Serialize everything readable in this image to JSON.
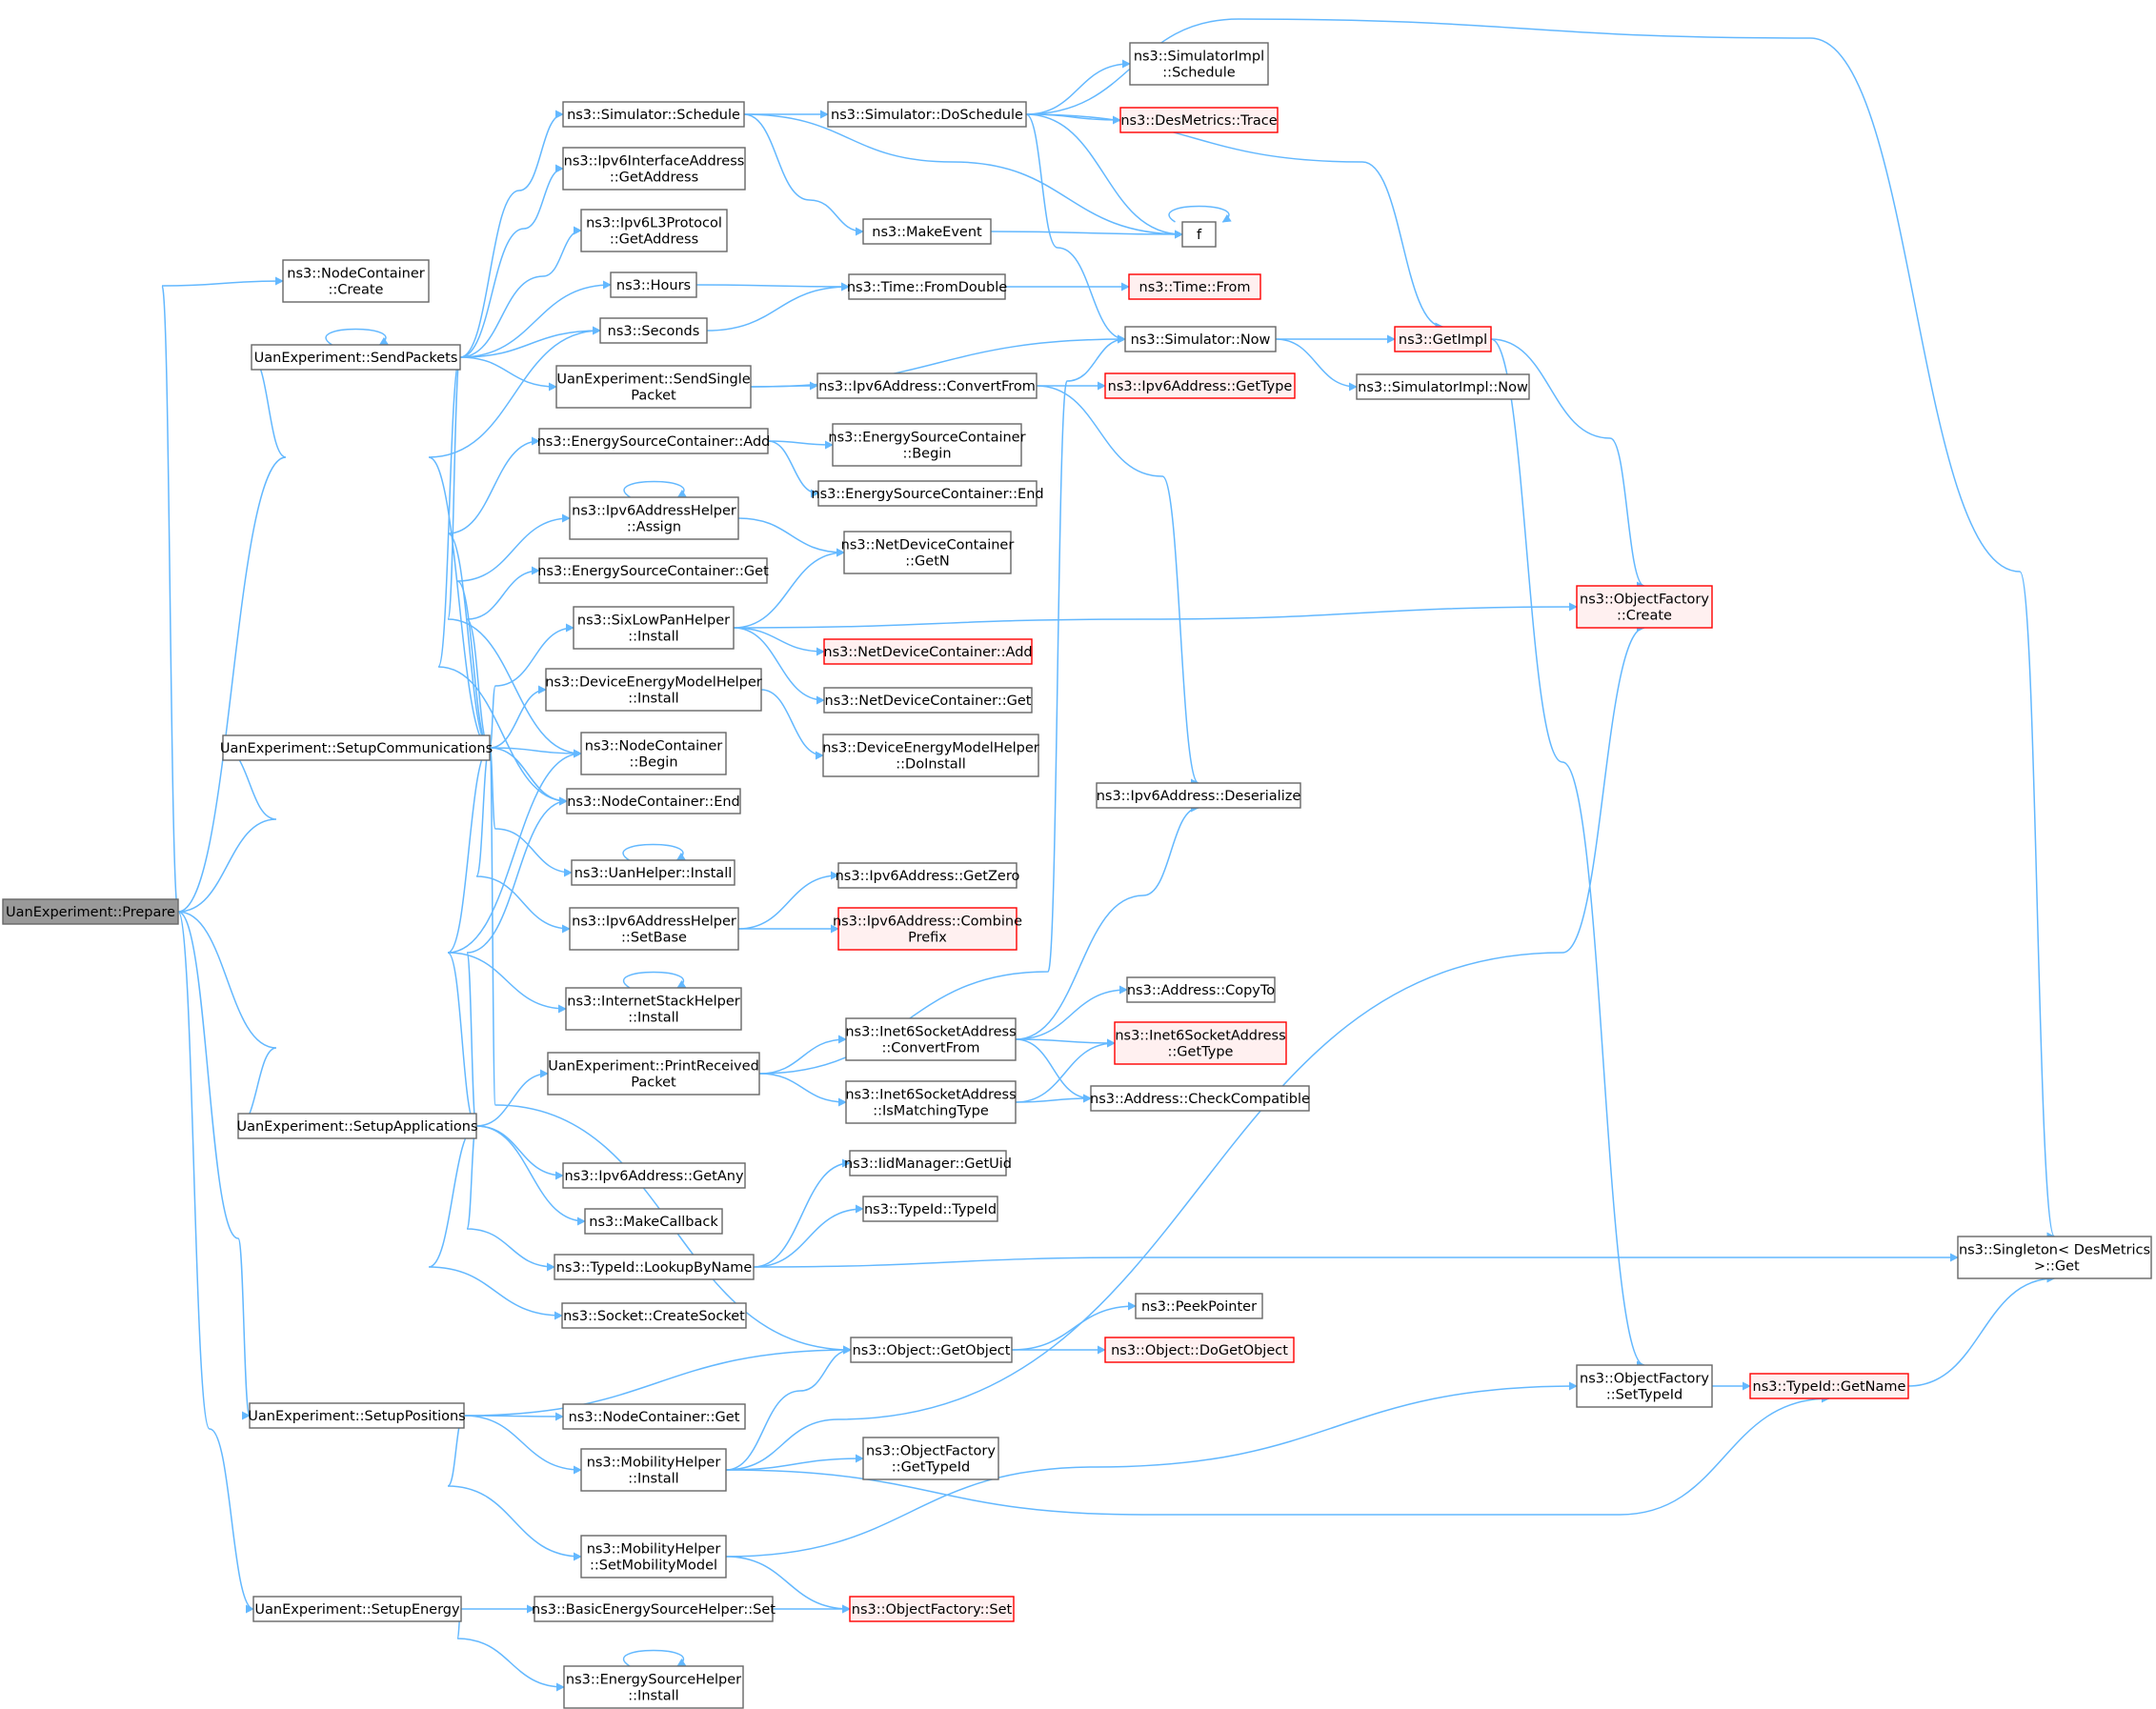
{
  "colors": {
    "edge": "#63b8ff",
    "border_default": "#666666",
    "border_red": "#ff0000",
    "fill_default": "#ffffff",
    "fill_red": "#fff0f0",
    "fill_root": "#999999"
  },
  "nodes": [
    {
      "id": "prepare",
      "lines": [
        "UanExperiment::Prepare"
      ],
      "style": "root"
    },
    {
      "id": "nc_create",
      "lines": [
        "ns3::NodeContainer",
        "::Create"
      ],
      "style": "default"
    },
    {
      "id": "sendpackets",
      "lines": [
        "UanExperiment::SendPackets"
      ],
      "style": "default"
    },
    {
      "id": "setupcomm",
      "lines": [
        "UanExperiment::SetupCommunications"
      ],
      "style": "default"
    },
    {
      "id": "setupapps",
      "lines": [
        "UanExperiment::SetupApplications"
      ],
      "style": "default"
    },
    {
      "id": "setuppos",
      "lines": [
        "UanExperiment::SetupPositions"
      ],
      "style": "default"
    },
    {
      "id": "setupenergy",
      "lines": [
        "UanExperiment::SetupEnergy"
      ],
      "style": "default"
    },
    {
      "id": "sim_schedule",
      "lines": [
        "ns3::Simulator::Schedule"
      ],
      "style": "default"
    },
    {
      "id": "ipv6ia_getaddr",
      "lines": [
        "ns3::Ipv6InterfaceAddress",
        "::GetAddress"
      ],
      "style": "default"
    },
    {
      "id": "ipv6l3_getaddr",
      "lines": [
        "ns3::Ipv6L3Protocol",
        "::GetAddress"
      ],
      "style": "default"
    },
    {
      "id": "hours",
      "lines": [
        "ns3::Hours"
      ],
      "style": "default"
    },
    {
      "id": "seconds",
      "lines": [
        "ns3::Seconds"
      ],
      "style": "default"
    },
    {
      "id": "sendsingle",
      "lines": [
        "UanExperiment::SendSingle",
        "Packet"
      ],
      "style": "default"
    },
    {
      "id": "esc_add",
      "lines": [
        "ns3::EnergySourceContainer::Add"
      ],
      "style": "default"
    },
    {
      "id": "ipv6ah_assign",
      "lines": [
        "ns3::Ipv6AddressHelper",
        "::Assign"
      ],
      "style": "default"
    },
    {
      "id": "esc_get",
      "lines": [
        "ns3::EnergySourceContainer::Get"
      ],
      "style": "default"
    },
    {
      "id": "sixlowpan_install",
      "lines": [
        "ns3::SixLowPanHelper",
        "::Install"
      ],
      "style": "default"
    },
    {
      "id": "demh_install",
      "lines": [
        "ns3::DeviceEnergyModelHelper",
        "::Install"
      ],
      "style": "default"
    },
    {
      "id": "nc_begin",
      "lines": [
        "ns3::NodeContainer",
        "::Begin"
      ],
      "style": "default"
    },
    {
      "id": "nc_end",
      "lines": [
        "ns3::NodeContainer::End"
      ],
      "style": "default"
    },
    {
      "id": "uanhelper_install",
      "lines": [
        "ns3::UanHelper::Install"
      ],
      "style": "default"
    },
    {
      "id": "ipv6ah_setbase",
      "lines": [
        "ns3::Ipv6AddressHelper",
        "::SetBase"
      ],
      "style": "default"
    },
    {
      "id": "ish_install",
      "lines": [
        "ns3::InternetStackHelper",
        "::Install"
      ],
      "style": "default"
    },
    {
      "id": "printreceived",
      "lines": [
        "UanExperiment::PrintReceived",
        "Packet"
      ],
      "style": "default"
    },
    {
      "id": "ipv6addr_getany",
      "lines": [
        "ns3::Ipv6Address::GetAny"
      ],
      "style": "default"
    },
    {
      "id": "makecallback",
      "lines": [
        "ns3::MakeCallback"
      ],
      "style": "default"
    },
    {
      "id": "typeid_lookup",
      "lines": [
        "ns3::TypeId::LookupByName"
      ],
      "style": "default"
    },
    {
      "id": "socket_create",
      "lines": [
        "ns3::Socket::CreateSocket"
      ],
      "style": "default"
    },
    {
      "id": "nc_get",
      "lines": [
        "ns3::NodeContainer::Get"
      ],
      "style": "default"
    },
    {
      "id": "mh_install",
      "lines": [
        "ns3::MobilityHelper",
        "::Install"
      ],
      "style": "default"
    },
    {
      "id": "mh_setmodel",
      "lines": [
        "ns3::MobilityHelper",
        "::SetMobilityModel"
      ],
      "style": "default"
    },
    {
      "id": "besh_set",
      "lines": [
        "ns3::BasicEnergySourceHelper::Set"
      ],
      "style": "default"
    },
    {
      "id": "esh_install",
      "lines": [
        "ns3::EnergySourceHelper",
        "::Install"
      ],
      "style": "default"
    },
    {
      "id": "sim_doschedule",
      "lines": [
        "ns3::Simulator::DoSchedule"
      ],
      "style": "default"
    },
    {
      "id": "makeevent",
      "lines": [
        "ns3::MakeEvent"
      ],
      "style": "default"
    },
    {
      "id": "time_fromdouble",
      "lines": [
        "ns3::Time::FromDouble"
      ],
      "style": "default"
    },
    {
      "id": "ipv6addr_convertfrom",
      "lines": [
        "ns3::Ipv6Address::ConvertFrom"
      ],
      "style": "default"
    },
    {
      "id": "esc_begin",
      "lines": [
        "ns3::EnergySourceContainer",
        "::Begin"
      ],
      "style": "default"
    },
    {
      "id": "esc_end",
      "lines": [
        "ns3::EnergySourceContainer::End"
      ],
      "style": "default"
    },
    {
      "id": "ndc_getn",
      "lines": [
        "ns3::NetDeviceContainer",
        "::GetN"
      ],
      "style": "default"
    },
    {
      "id": "ndc_add",
      "lines": [
        "ns3::NetDeviceContainer::Add"
      ],
      "style": "red"
    },
    {
      "id": "ndc_get",
      "lines": [
        "ns3::NetDeviceContainer::Get"
      ],
      "style": "default"
    },
    {
      "id": "demh_doinstall",
      "lines": [
        "ns3::DeviceEnergyModelHelper",
        "::DoInstall"
      ],
      "style": "default"
    },
    {
      "id": "ipv6addr_getzero",
      "lines": [
        "ns3::Ipv6Address::GetZero"
      ],
      "style": "default"
    },
    {
      "id": "ipv6addr_combine",
      "lines": [
        "ns3::Ipv6Address::Combine",
        "Prefix"
      ],
      "style": "red"
    },
    {
      "id": "i6sa_convertfrom",
      "lines": [
        "ns3::Inet6SocketAddress",
        "::ConvertFrom"
      ],
      "style": "default"
    },
    {
      "id": "i6sa_ismatching",
      "lines": [
        "ns3::Inet6SocketAddress",
        "::IsMatchingType"
      ],
      "style": "default"
    },
    {
      "id": "iidm_getuid",
      "lines": [
        "ns3::IidManager::GetUid"
      ],
      "style": "default"
    },
    {
      "id": "typeid_typeid",
      "lines": [
        "ns3::TypeId::TypeId"
      ],
      "style": "default"
    },
    {
      "id": "object_getobject",
      "lines": [
        "ns3::Object::GetObject"
      ],
      "style": "default"
    },
    {
      "id": "of_gettypeid",
      "lines": [
        "ns3::ObjectFactory",
        "::GetTypeId"
      ],
      "style": "default"
    },
    {
      "id": "of_set",
      "lines": [
        "ns3::ObjectFactory::Set"
      ],
      "style": "red"
    },
    {
      "id": "simimpl_schedule",
      "lines": [
        "ns3::SimulatorImpl",
        "::Schedule"
      ],
      "style": "default"
    },
    {
      "id": "desmetrics_trace",
      "lines": [
        "ns3::DesMetrics::Trace"
      ],
      "style": "red"
    },
    {
      "id": "f",
      "lines": [
        "f"
      ],
      "style": "default"
    },
    {
      "id": "time_from",
      "lines": [
        "ns3::Time::From"
      ],
      "style": "red"
    },
    {
      "id": "sim_now",
      "lines": [
        "ns3::Simulator::Now"
      ],
      "style": "default"
    },
    {
      "id": "ipv6addr_gettype",
      "lines": [
        "ns3::Ipv6Address::GetType"
      ],
      "style": "red"
    },
    {
      "id": "ipv6addr_deserialize",
      "lines": [
        "ns3::Ipv6Address::Deserialize"
      ],
      "style": "default"
    },
    {
      "id": "addr_copyto",
      "lines": [
        "ns3::Address::CopyTo"
      ],
      "style": "default"
    },
    {
      "id": "i6sa_gettype",
      "lines": [
        "ns3::Inet6SocketAddress",
        "::GetType"
      ],
      "style": "red"
    },
    {
      "id": "addr_checkcompat",
      "lines": [
        "ns3::Address::CheckCompatible"
      ],
      "style": "default"
    },
    {
      "id": "peekpointer",
      "lines": [
        "ns3::PeekPointer"
      ],
      "style": "default"
    },
    {
      "id": "object_dogetobject",
      "lines": [
        "ns3::Object::DoGetObject"
      ],
      "style": "red"
    },
    {
      "id": "getimpl",
      "lines": [
        "ns3::GetImpl"
      ],
      "style": "red"
    },
    {
      "id": "simimpl_now",
      "lines": [
        "ns3::SimulatorImpl::Now"
      ],
      "style": "default"
    },
    {
      "id": "of_create",
      "lines": [
        "ns3::ObjectFactory",
        "::Create"
      ],
      "style": "red"
    },
    {
      "id": "of_settypeid",
      "lines": [
        "ns3::ObjectFactory",
        "::SetTypeId"
      ],
      "style": "default"
    },
    {
      "id": "typeid_getname",
      "lines": [
        "ns3::TypeId::GetName"
      ],
      "style": "red"
    },
    {
      "id": "singleton_get",
      "lines": [
        "ns3::Singleton< DesMetrics",
        " >::Get"
      ],
      "style": "default"
    }
  ],
  "edges": [
    [
      "prepare",
      "nc_create"
    ],
    [
      "prepare",
      "sendpackets"
    ],
    [
      "prepare",
      "setupcomm"
    ],
    [
      "prepare",
      "setupapps"
    ],
    [
      "prepare",
      "setuppos"
    ],
    [
      "prepare",
      "setupenergy"
    ],
    [
      "sendpackets",
      "sendpackets"
    ],
    [
      "sendpackets",
      "sim_schedule"
    ],
    [
      "sendpackets",
      "ipv6ia_getaddr"
    ],
    [
      "sendpackets",
      "ipv6l3_getaddr"
    ],
    [
      "sendpackets",
      "hours"
    ],
    [
      "sendpackets",
      "seconds"
    ],
    [
      "sendpackets",
      "sendsingle"
    ],
    [
      "sendpackets",
      "nc_begin"
    ],
    [
      "sendpackets",
      "nc_end"
    ],
    [
      "setupcomm",
      "esc_add"
    ],
    [
      "setupcomm",
      "ipv6ah_assign"
    ],
    [
      "setupcomm",
      "esc_get"
    ],
    [
      "setupcomm",
      "sixlowpan_install"
    ],
    [
      "setupcomm",
      "demh_install"
    ],
    [
      "setupcomm",
      "nc_begin"
    ],
    [
      "setupcomm",
      "nc_end"
    ],
    [
      "setupcomm",
      "uanhelper_install"
    ],
    [
      "setupcomm",
      "ipv6ah_setbase"
    ],
    [
      "setupcomm",
      "ish_install"
    ],
    [
      "setupcomm",
      "seconds"
    ],
    [
      "setupcomm",
      "object_getobject"
    ],
    [
      "setupapps",
      "printreceived"
    ],
    [
      "setupapps",
      "ipv6addr_getany"
    ],
    [
      "setupapps",
      "makecallback"
    ],
    [
      "setupapps",
      "typeid_lookup"
    ],
    [
      "setupapps",
      "socket_create"
    ],
    [
      "setupapps",
      "nc_begin"
    ],
    [
      "setupapps",
      "nc_end"
    ],
    [
      "setuppos",
      "nc_get"
    ],
    [
      "setuppos",
      "mh_install"
    ],
    [
      "setuppos",
      "mh_setmodel"
    ],
    [
      "setuppos",
      "object_getobject"
    ],
    [
      "setupenergy",
      "besh_set"
    ],
    [
      "setupenergy",
      "esh_install"
    ],
    [
      "sim_schedule",
      "sim_doschedule"
    ],
    [
      "sim_schedule",
      "makeevent"
    ],
    [
      "sim_schedule",
      "f"
    ],
    [
      "hours",
      "time_fromdouble"
    ],
    [
      "seconds",
      "time_fromdouble"
    ],
    [
      "sendsingle",
      "sim_now"
    ],
    [
      "sendsingle",
      "ipv6addr_convertfrom"
    ],
    [
      "esc_add",
      "esc_begin"
    ],
    [
      "esc_add",
      "esc_end"
    ],
    [
      "ipv6ah_assign",
      "ipv6ah_assign"
    ],
    [
      "ipv6ah_assign",
      "ndc_getn"
    ],
    [
      "sixlowpan_install",
      "ndc_getn"
    ],
    [
      "sixlowpan_install",
      "ndc_add"
    ],
    [
      "sixlowpan_install",
      "ndc_get"
    ],
    [
      "sixlowpan_install",
      "of_create"
    ],
    [
      "demh_install",
      "demh_doinstall"
    ],
    [
      "uanhelper_install",
      "uanhelper_install"
    ],
    [
      "ipv6ah_setbase",
      "ipv6addr_getzero"
    ],
    [
      "ipv6ah_setbase",
      "ipv6addr_combine"
    ],
    [
      "ish_install",
      "ish_install"
    ],
    [
      "printreceived",
      "sim_now"
    ],
    [
      "printreceived",
      "i6sa_convertfrom"
    ],
    [
      "printreceived",
      "i6sa_ismatching"
    ],
    [
      "typeid_lookup",
      "iidm_getuid"
    ],
    [
      "typeid_lookup",
      "typeid_typeid"
    ],
    [
      "typeid_lookup",
      "singleton_get"
    ],
    [
      "mh_install",
      "object_getobject"
    ],
    [
      "mh_install",
      "of_gettypeid"
    ],
    [
      "mh_install",
      "of_create"
    ],
    [
      "mh_install",
      "typeid_getname"
    ],
    [
      "mh_setmodel",
      "of_settypeid"
    ],
    [
      "mh_setmodel",
      "of_set"
    ],
    [
      "besh_set",
      "of_set"
    ],
    [
      "esh_install",
      "esh_install"
    ],
    [
      "sim_doschedule",
      "simimpl_schedule"
    ],
    [
      "sim_doschedule",
      "desmetrics_trace"
    ],
    [
      "sim_doschedule",
      "f"
    ],
    [
      "sim_doschedule",
      "sim_now"
    ],
    [
      "sim_doschedule",
      "getimpl"
    ],
    [
      "sim_doschedule",
      "singleton_get"
    ],
    [
      "makeevent",
      "f"
    ],
    [
      "f",
      "f"
    ],
    [
      "time_fromdouble",
      "time_from"
    ],
    [
      "sim_now",
      "getimpl"
    ],
    [
      "sim_now",
      "simimpl_now"
    ],
    [
      "ipv6addr_convertfrom",
      "ipv6addr_gettype"
    ],
    [
      "ipv6addr_convertfrom",
      "ipv6addr_deserialize"
    ],
    [
      "i6sa_convertfrom",
      "addr_copyto"
    ],
    [
      "i6sa_convertfrom",
      "i6sa_gettype"
    ],
    [
      "i6sa_convertfrom",
      "ipv6addr_deserialize"
    ],
    [
      "i6sa_convertfrom",
      "addr_checkcompat"
    ],
    [
      "i6sa_ismatching",
      "i6sa_gettype"
    ],
    [
      "i6sa_ismatching",
      "addr_checkcompat"
    ],
    [
      "object_getobject",
      "peekpointer"
    ],
    [
      "object_getobject",
      "object_dogetobject"
    ],
    [
      "getimpl",
      "of_create"
    ],
    [
      "getimpl",
      "of_settypeid"
    ],
    [
      "of_settypeid",
      "typeid_getname"
    ],
    [
      "typeid_getname",
      "singleton_get"
    ]
  ]
}
